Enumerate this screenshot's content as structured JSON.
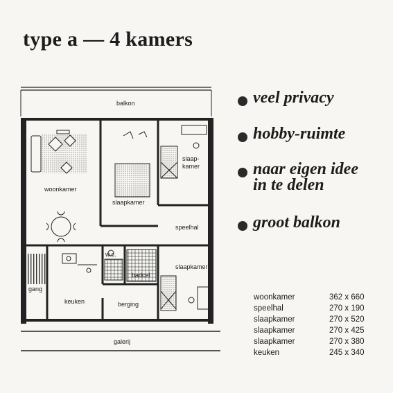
{
  "title": "type a — 4 kamers",
  "features": [
    {
      "text": "veel privacy"
    },
    {
      "text": "hobby-ruimte"
    },
    {
      "text": "naar eigen idee in te delen"
    },
    {
      "text": "groot  balkon"
    }
  ],
  "plan_labels": {
    "balkon": "balkon",
    "woonkamer": "woonkamer",
    "slaapkamer_center": "slaapkamer",
    "slaapkamer_right_line1": "slaap-",
    "slaapkamer_right_line2": "kamer",
    "speelhal": "speelhal",
    "wc": "w.c.",
    "badcel": "badcel",
    "slaapkamer_lower": "slaapkamer",
    "gang": "gang",
    "keuken": "keuken",
    "berging": "berging",
    "galerij": "galerij"
  },
  "dimensions": [
    {
      "room": "woonkamer",
      "size": "362 x 660"
    },
    {
      "room": "speelhal",
      "size": "270 x 190"
    },
    {
      "room": "slaapkamer",
      "size": "270 x 520"
    },
    {
      "room": "slaapkamer",
      "size": "270 x 425"
    },
    {
      "room": "slaapkamer",
      "size": "270 x 380"
    },
    {
      "room": "keuken",
      "size": "245 x 340"
    }
  ]
}
